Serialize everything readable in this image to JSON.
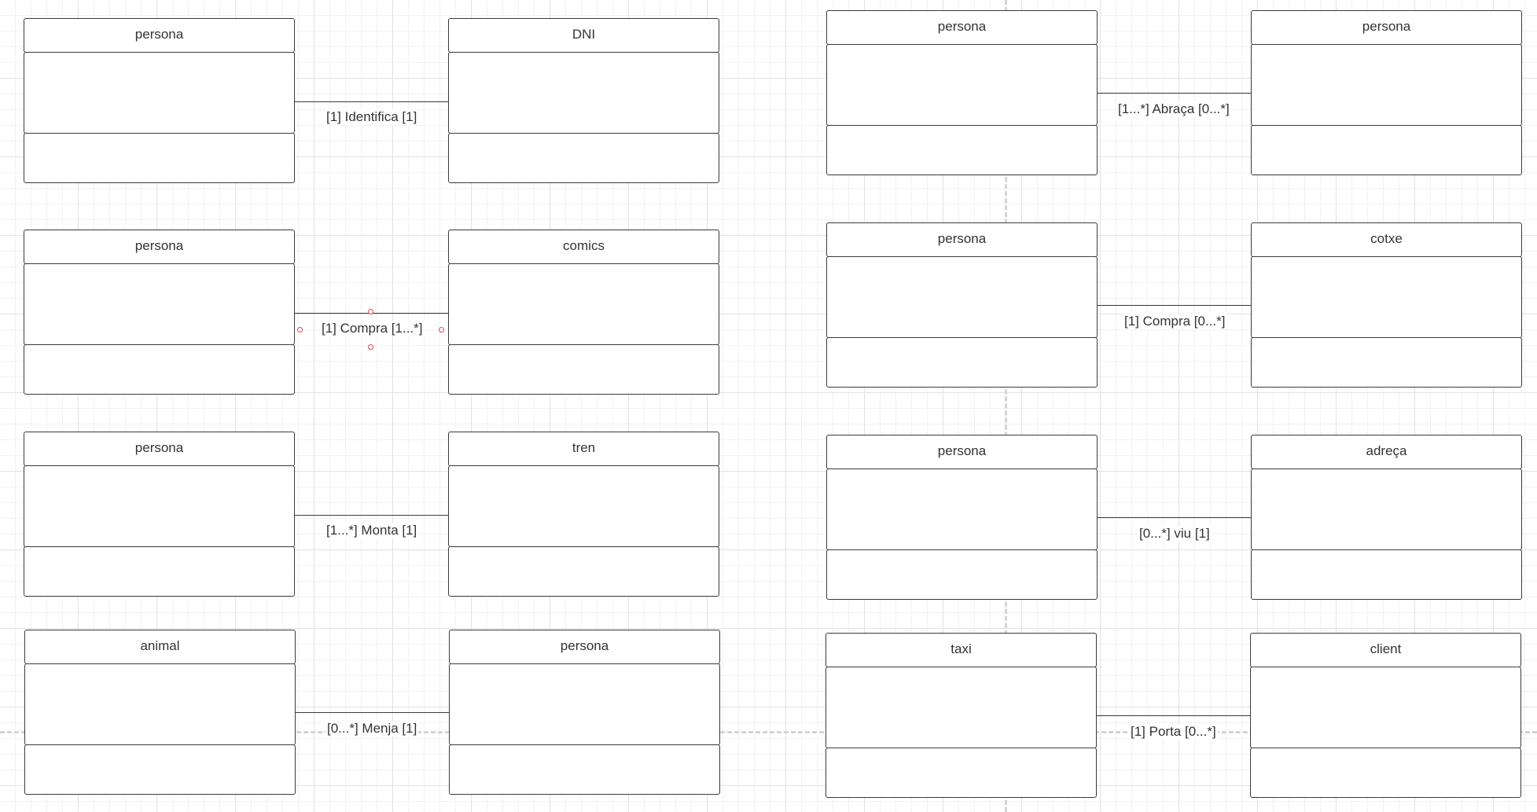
{
  "diagram": {
    "associations": [
      {
        "source": {
          "name": "persona"
        },
        "target": {
          "name": "DNI"
        },
        "label": "[1] Identifica [1]"
      },
      {
        "source": {
          "name": "persona"
        },
        "target": {
          "name": "comics"
        },
        "label": "[1] Compra [1...*]"
      },
      {
        "source": {
          "name": "persona"
        },
        "target": {
          "name": "tren"
        },
        "label": "[1...*] Monta [1]"
      },
      {
        "source": {
          "name": "animal"
        },
        "target": {
          "name": "persona"
        },
        "label": "[0...*] Menja [1]"
      },
      {
        "source": {
          "name": "persona"
        },
        "target": {
          "name": "persona"
        },
        "label": "[1...*] Abraça [0...*]"
      },
      {
        "source": {
          "name": "persona"
        },
        "target": {
          "name": "cotxe"
        },
        "label": "[1] Compra [0...*]"
      },
      {
        "source": {
          "name": "persona"
        },
        "target": {
          "name": "adreça"
        },
        "label": "[0...*] viu [1]"
      },
      {
        "source": {
          "name": "taxi"
        },
        "target": {
          "name": "client"
        },
        "label": "[1] Porta [0...*]"
      }
    ],
    "colors": {
      "background": "#ffffff",
      "grid_major": "#e2e2e2",
      "grid_minor": "#f2f2f2",
      "shape_border": "#3a3a3a",
      "text": "#333333",
      "selection_handle": "#e0474c",
      "guide_dashes": "#d4d4d4"
    }
  }
}
